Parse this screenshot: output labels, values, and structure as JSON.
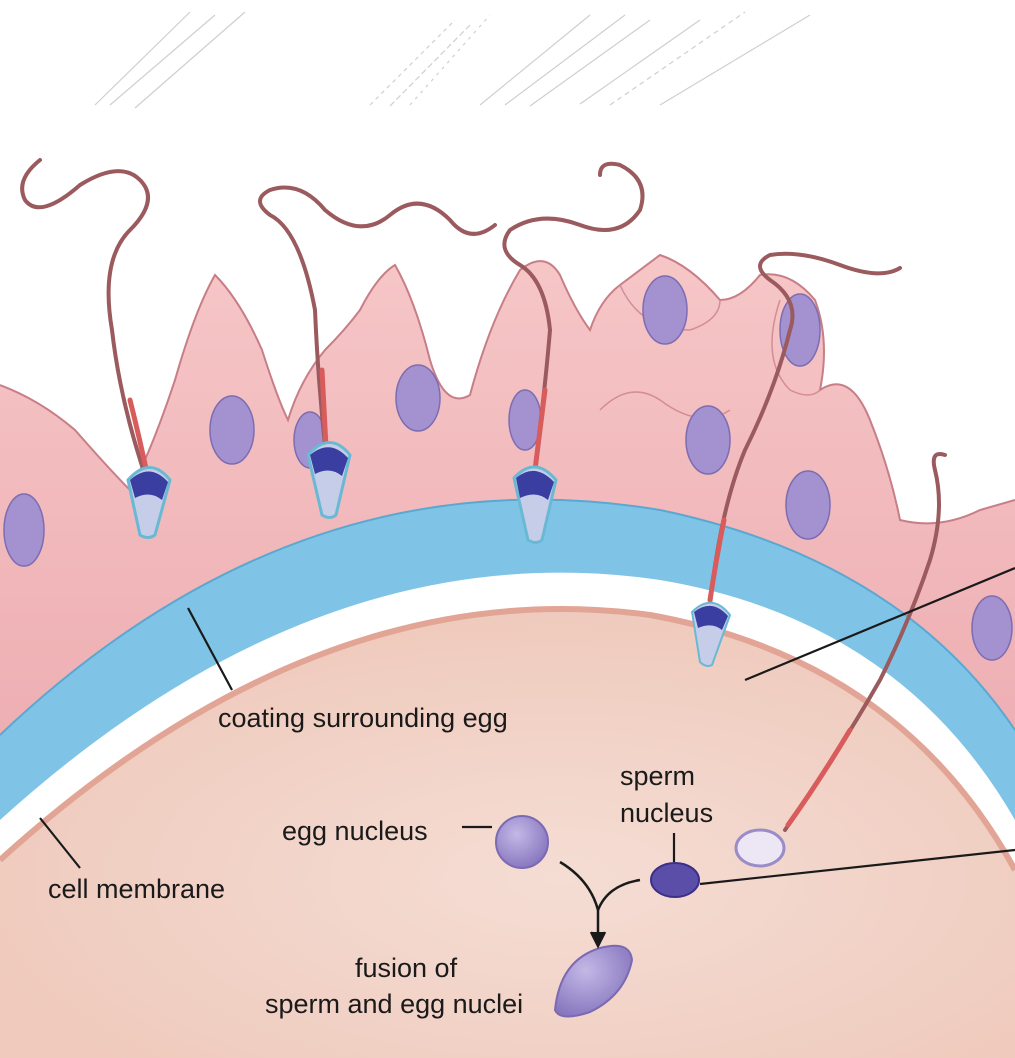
{
  "labels": {
    "coating": "coating surrounding egg",
    "cell_membrane": "cell membrane",
    "egg_nucleus": "egg nucleus",
    "sperm_nucleus_line1": "sperm",
    "sperm_nucleus_line2": "nucleus",
    "fusion_line1": "fusion of",
    "fusion_line2": "sperm and egg nuclei"
  },
  "colors": {
    "egg_cytoplasm": "#f3d5cc",
    "egg_membrane": "#e2a595",
    "coating": "#7fc4e6",
    "follicle_cells": "#f1b6b8",
    "nucleus": "#9a8cc8",
    "sperm_head": "#3a3ea0",
    "sperm_tail": "#9a5a5e"
  }
}
